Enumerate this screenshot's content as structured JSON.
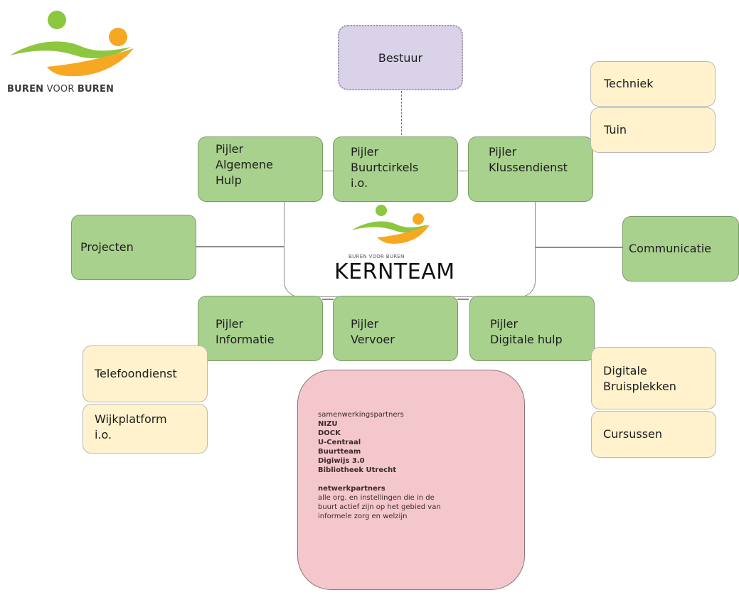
{
  "logo": {
    "text_strong_1": "BUREN",
    "text_light": "VOOR",
    "text_strong_2": "BUREN"
  },
  "bestuur": "Bestuur",
  "kernteam": {
    "small_text": "BUREN VOOR BUREN",
    "title": "KERNTEAM"
  },
  "pillars": {
    "algemene_hulp": "Pijler\nAlgemene\nHulp",
    "buurtcirkels": "Pijler\nBuurtcirkels\ni.o.",
    "klussendienst": "Pijler\nKlussendienst",
    "informatie": "Pijler\nInformatie",
    "vervoer": "Pijler\nVervoer",
    "digitale_hulp": "Pijler\nDigitale hulp"
  },
  "side_boxes": {
    "projecten": "Projecten",
    "communicatie": "Communicatie"
  },
  "sub_boxes": {
    "techniek": "Techniek",
    "tuin": "Tuin",
    "telefoondienst": "Telefoondienst",
    "wijkplatform": "Wijkplatform\ni.o.",
    "digitale_bruisplekken": "Digitale\nBruisplekken",
    "cursussen": "Cursussen"
  },
  "partners": {
    "title": "samenwerkingspartners",
    "items": [
      "NIZU",
      "DOCK",
      "U-Centraal",
      "Buurtteam",
      "Digiwijs 3.0",
      "Bibliotheek Utrecht"
    ],
    "network_title": "netwerkpartners",
    "network_text": "alle org. en instellingen die in de\nbuurt actief zijn op het gebied van\ninformele zorg en welzijn"
  },
  "colors": {
    "pillar_fill": "#a9d18e",
    "sub_fill": "#fff2cc",
    "bestuur_fill": "#d9d2e9",
    "partners_fill": "#f4c7cd",
    "logo_green": "#8dc63f",
    "logo_orange": "#f7a823"
  }
}
